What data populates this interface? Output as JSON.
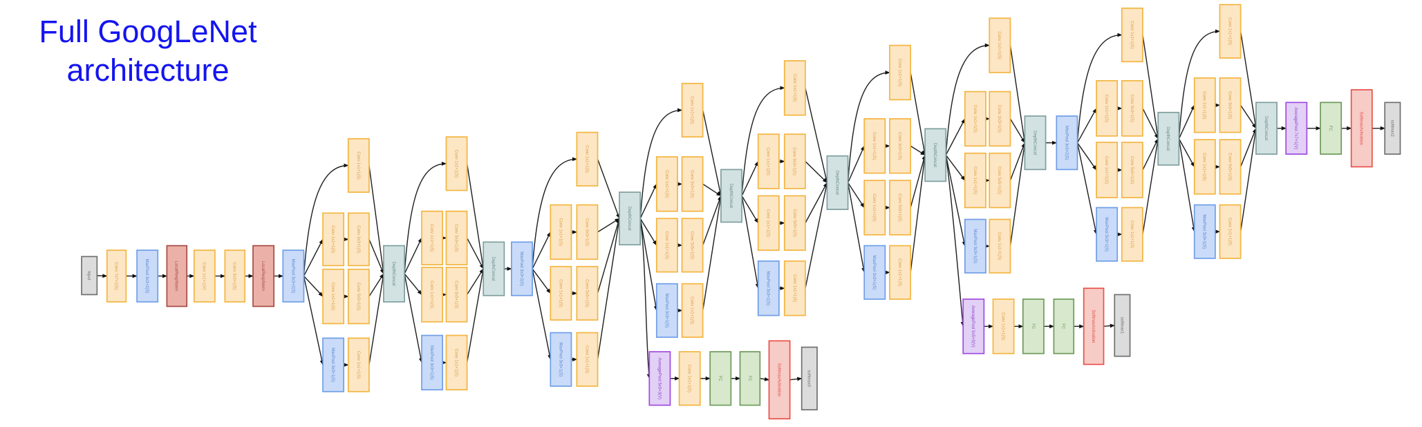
{
  "title": {
    "line1": "Full GoogLeNet",
    "line2": "architecture"
  },
  "colors": {
    "title": "#1414f0",
    "conv": {
      "fill": "#fde6c4",
      "stroke": "#f3b540",
      "text": "#d9a04a"
    },
    "pool": {
      "fill": "#c9dbf8",
      "stroke": "#6f9ee8",
      "text": "#5a86d0"
    },
    "lrn": {
      "fill": "#ebb1a8",
      "stroke": "#a84a44",
      "text": "#a84a44"
    },
    "io": {
      "fill": "#dcdcdc",
      "stroke": "#707070",
      "text": "#707070"
    },
    "concat": {
      "fill": "#d2e2e2",
      "stroke": "#7f9e9e",
      "text": "#6a8a8a"
    },
    "avgpool": {
      "fill": "#e2d0f6",
      "stroke": "#a04be0",
      "text": "#8a48c8"
    },
    "fc": {
      "fill": "#d7e8cc",
      "stroke": "#6e9a5a",
      "text": "#6e9a5a"
    },
    "softmax": {
      "fill": "#f7cbc6",
      "stroke": "#e8524a",
      "text": "#e05048"
    }
  },
  "stem": [
    {
      "type": "io",
      "label": "Input"
    },
    {
      "type": "conv",
      "label": "Conv 7x7+2(S)"
    },
    {
      "type": "pool",
      "label": "MaxPool 3x3+2(S)"
    },
    {
      "type": "lrn",
      "label": "LocalRespNorm"
    },
    {
      "type": "conv",
      "label": "Conv 1x1+1(V)"
    },
    {
      "type": "conv",
      "label": "Conv 3x3+1(S)"
    },
    {
      "type": "lrn",
      "label": "LocalRespNorm"
    },
    {
      "type": "pool",
      "label": "MaxPool 3x3+2(S)"
    }
  ],
  "inception": [
    {
      "type": "conv",
      "label": "Conv 1x1+1(S)"
    },
    {
      "type": "conv",
      "label": "Conv 1x1+1(S)"
    },
    {
      "type": "conv",
      "label": "Conv 3x3+1(S)"
    },
    {
      "type": "conv",
      "label": "Conv 1x1+1(S)"
    },
    {
      "type": "conv",
      "label": "Conv 5x5+1(S)"
    },
    {
      "type": "pool",
      "label": "MaxPool 3x3+1(S)"
    },
    {
      "type": "conv",
      "label": "Conv 1x1+1(S)"
    },
    {
      "type": "concat",
      "label": "DepthConcat"
    }
  ],
  "maxpool": {
    "type": "pool",
    "label": "MaxPool 3x3+2(S)"
  },
  "aux1": [
    {
      "type": "avgpool",
      "label": "AveragePool 5x5+3(V)"
    },
    {
      "type": "conv",
      "label": "Conv 1x1+1(S)"
    },
    {
      "type": "fc",
      "label": "FC"
    },
    {
      "type": "fc",
      "label": "FC"
    },
    {
      "type": "softmax",
      "label": "SoftmaxActivation"
    },
    {
      "type": "io",
      "label": "softmax0"
    }
  ],
  "aux2": [
    {
      "type": "avgpool",
      "label": "AveragePool 5x5+3(V)"
    },
    {
      "type": "conv",
      "label": "Conv 1x1+1(S)"
    },
    {
      "type": "fc",
      "label": "FC"
    },
    {
      "type": "fc",
      "label": "FC"
    },
    {
      "type": "softmax",
      "label": "SoftmaxActivation"
    },
    {
      "type": "io",
      "label": "softmax1"
    }
  ],
  "final": [
    {
      "type": "avgpool",
      "label": "AveragePool 7x7+1(V)"
    },
    {
      "type": "fc",
      "label": "FC"
    },
    {
      "type": "softmax",
      "label": "SoftmaxActivation"
    },
    {
      "type": "io",
      "label": "softmax2"
    }
  ]
}
